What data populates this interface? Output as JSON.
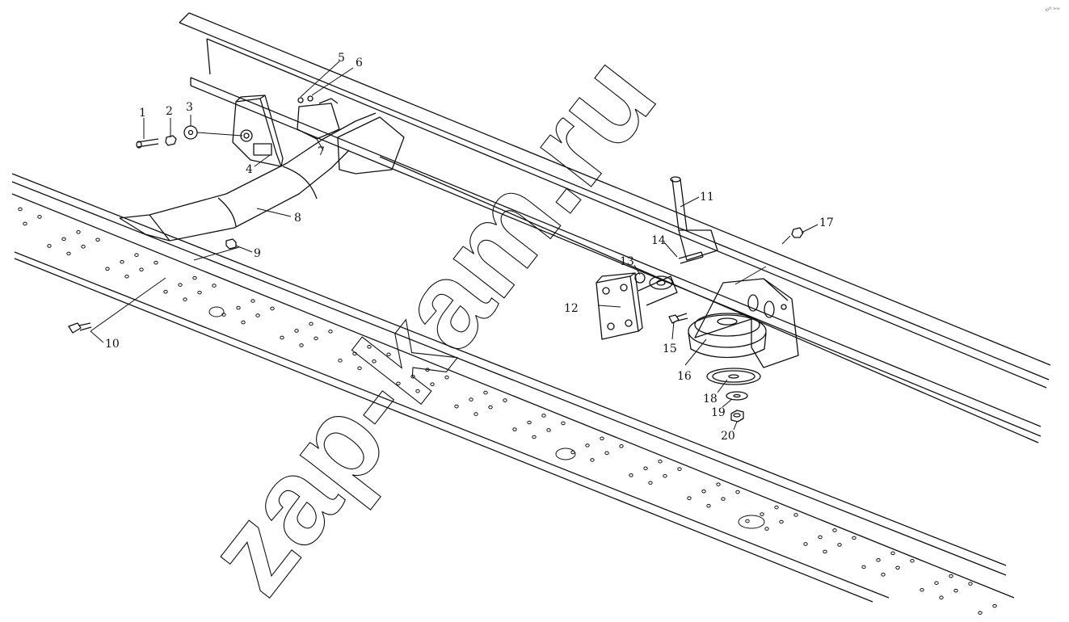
{
  "diagram": {
    "watermark": "zap-kam.ru",
    "corner_mark": "℮⁰ ⁿᵒᵒ",
    "callouts": [
      "1",
      "2",
      "3",
      "4",
      "5",
      "6",
      "7",
      "8",
      "9",
      "10",
      "11",
      "12",
      "13",
      "14",
      "15",
      "16",
      "17",
      "18",
      "19",
      "20"
    ]
  }
}
